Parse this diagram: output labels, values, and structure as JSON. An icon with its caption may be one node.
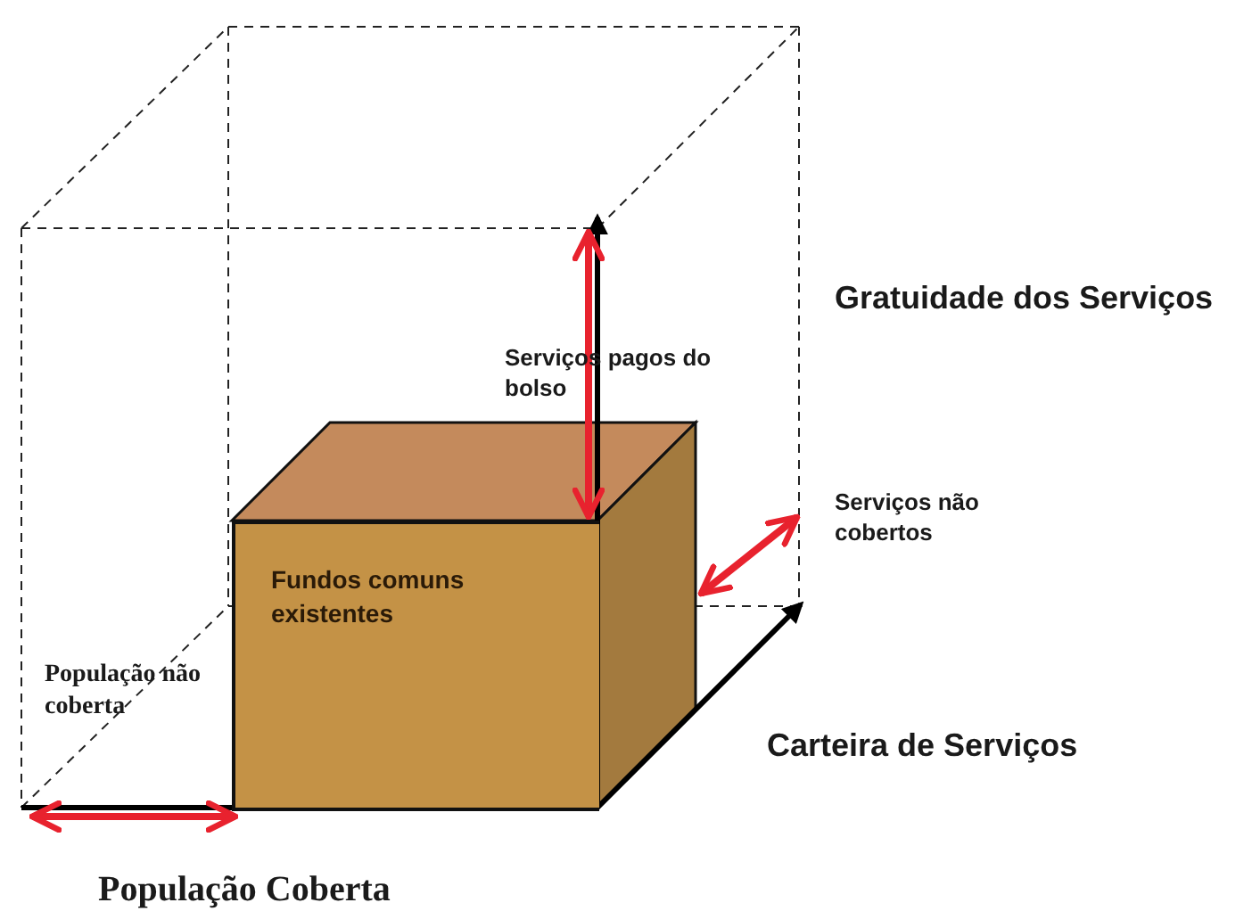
{
  "diagram": {
    "nodes": [
      {
        "text": [
          "Fundos comuns existentes"
        ]
      }
    ],
    "labels": [
      "Gratuidade dos Serviços",
      "Serviços pagos do bolso",
      "Serviços não cobertos",
      "População não coberta",
      "Carteira de Serviços",
      "População Coberta"
    ]
  }
}
